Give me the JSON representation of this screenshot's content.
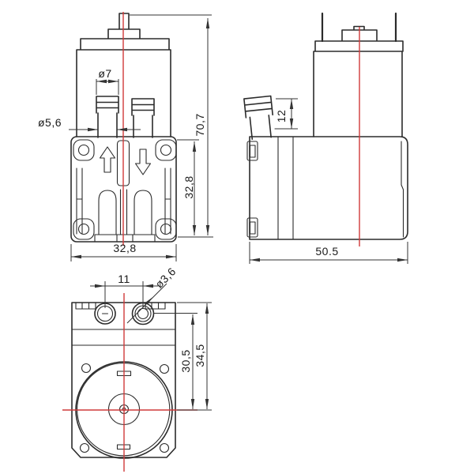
{
  "colors": {
    "background": "#ffffff",
    "outline": "#2b2b2b",
    "dimension_lines": "#333333",
    "centerline": "#cf3a3a"
  },
  "front_view": {
    "dim_barb_outer_diameter": "ø7",
    "dim_barb_stem_diameter": "ø5,6",
    "dim_overall_height": "70,7",
    "dim_head_height": "32,8",
    "dim_head_width": "32,8",
    "inlet_icon": "up-arrow",
    "outlet_icon": "down-arrow"
  },
  "side_view": {
    "dim_barb_height": "12",
    "dim_overall_length": "50.5"
  },
  "bottom_view": {
    "dim_port_spacing": "11",
    "dim_port_bore": "ø3,6",
    "dim_center_to_port_axis": "30,5",
    "dim_center_to_top_edge": "34,5"
  }
}
